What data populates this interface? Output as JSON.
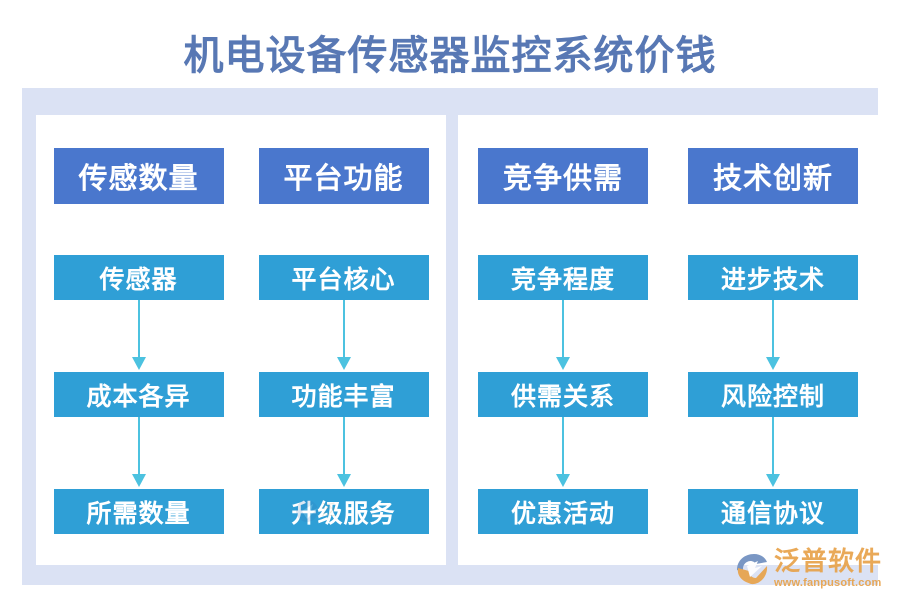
{
  "page": {
    "title": "机电设备传感器监控系统价钱",
    "title_color": "#5878b4",
    "background_color": "#ffffff",
    "frame_color": "#dbe2f4",
    "panel_color": "#ffffff",
    "header_node_color": "#4a77cd",
    "body_node_color": "#2f9fd6",
    "arrow_color": "#4cc2e0"
  },
  "panels": [
    {
      "name": "left-panel",
      "columns": [
        {
          "header": "传感数量",
          "nodes": [
            "传感器",
            "成本各异",
            "所需数量"
          ]
        },
        {
          "header": "平台功能",
          "nodes": [
            "平台核心",
            "功能丰富",
            "升级服务"
          ]
        }
      ]
    },
    {
      "name": "right-panel",
      "columns": [
        {
          "header": "竞争供需",
          "nodes": [
            "竞争程度",
            "供需关系",
            "优惠活动"
          ]
        },
        {
          "header": "技术创新",
          "nodes": [
            "进步技术",
            "风险控制",
            "通信协议"
          ]
        }
      ]
    }
  ],
  "brand": {
    "name": "泛普软件",
    "url": "www.fanpusoft.com",
    "color": "#e8a24a"
  }
}
